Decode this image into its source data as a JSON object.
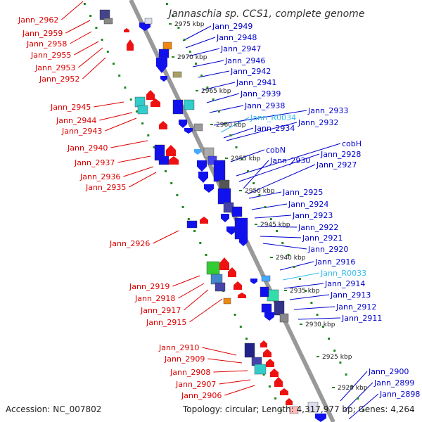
{
  "title": "Jannaschia sp. CCS1, complete genome",
  "footer": {
    "accession": "Accession: NC_007802",
    "topology": "Topology: circular; Length: 4,317,977 bp; Genes: 4,264"
  },
  "colors": {
    "left_label": "#dd0000",
    "right_label": "#0000cc",
    "rna_label": "#33bbee",
    "backbone": "#999999",
    "tick": "#228822",
    "forward_gene": "#ee1111",
    "reverse_gene": "#1111ee"
  },
  "scale_labels": [
    "2975 kbp",
    "2970 kbp",
    "2965 kbp",
    "2960 kbp",
    "2955 kbp",
    "2950 kbp",
    "2945 kbp",
    "2940 kbp",
    "2935 kbp",
    "2930 kbp",
    "2925 kbp",
    "2920 kbp"
  ],
  "left_labels": [
    "Jann_2962",
    "Jann_2959",
    "Jann_2958",
    "Jann_2955",
    "Jann_2953",
    "Jann_2952",
    "Jann_2945",
    "Jann_2944",
    "Jann_2943",
    "Jann_2940",
    "Jann_2937",
    "Jann_2936",
    "Jann_2935",
    "Jann_2926",
    "Jann_2919",
    "Jann_2918",
    "Jann_2917",
    "Jann_2915",
    "Jann_2910",
    "Jann_2909",
    "Jann_2908",
    "Jann_2907",
    "Jann_2906"
  ],
  "right_labels": [
    "Jann_2949",
    "Jann_2948",
    "Jann_2947",
    "Jann_2946",
    "Jann_2942",
    "Jann_2941",
    "Jann_2939",
    "Jann_2938",
    "Jann_R0034",
    "Jann_2933",
    "Jann_2934",
    "Jann_2932",
    "cobH",
    "cobN",
    "Jann_2928",
    "Jann_2930",
    "Jann_2927",
    "Jann_2925",
    "Jann_2924",
    "Jann_2923",
    "Jann_2922",
    "Jann_2921",
    "Jann_2920",
    "Jann_2916",
    "Jann_R0033",
    "Jann_2914",
    "Jann_2913",
    "Jann_2912",
    "Jann_2911",
    "Jann_2900",
    "Jann_2899",
    "Jann_2898"
  ]
}
